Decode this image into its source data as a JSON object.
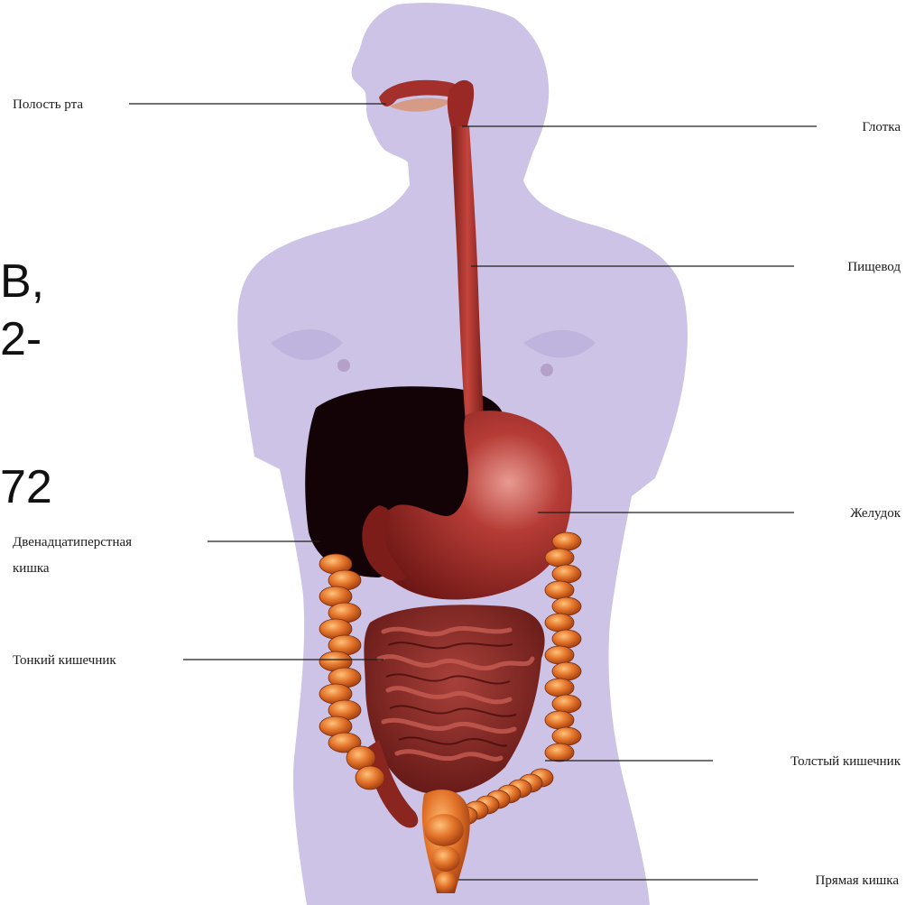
{
  "side_text": {
    "line1": "В,",
    "line2": "2-",
    "line3": "72"
  },
  "labels": {
    "oral_cavity": "Полость рта",
    "pharynx": "Глотка",
    "esophagus": "Пищевод",
    "stomach": "Желудок",
    "duodenum_line1": "Двенадцатиперстная",
    "duodenum_line2": "кишка",
    "small_intestine": "Тонкий кишечник",
    "large_intestine": "Толстый кишечник",
    "rectum": "Прямая кишка"
  },
  "colors": {
    "body": "#cdc3e6",
    "body_shade": "#b3a8d6",
    "cavity": "#140306",
    "organ_red": "#8e2320",
    "organ_light": "#c9524b",
    "colon_orange": "#d9621f",
    "colon_light": "#f0943e"
  }
}
